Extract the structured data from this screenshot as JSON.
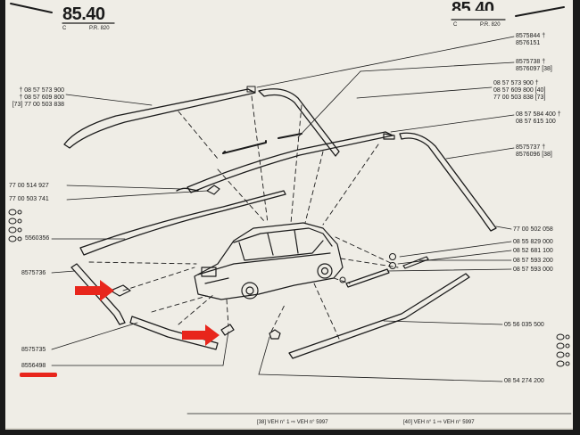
{
  "header": {
    "page_number_left": "85.40",
    "page_number_right_partial": "85.40",
    "code_left_c": "C",
    "code_left_pr": "P.R. 820",
    "code_right_c": "C",
    "code_right_pr": "P.R. 820"
  },
  "parts_left": {
    "group_top": [
      "† 08 57 573 900",
      "† 08 57 609 800",
      "[73] 77 00 503 838"
    ],
    "p1": "77 00 514 927",
    "p2": "77 00 503 741",
    "p3": "5560356",
    "p4": "8575736",
    "p5": "8575735",
    "p6": "8556498"
  },
  "parts_right": {
    "r1a": "8575844 †",
    "r1b": "8576151",
    "r2a": "8575738 †",
    "r2b": "8576097 [38]",
    "r3a": "08 57 573 900 †",
    "r3b": "08 57 609 800 [40]",
    "r3c": "77 00 503 838 [73]",
    "r4a": "08 57 584 400 †",
    "r4b": "08 57 615 100",
    "r5a": "8575737 †",
    "r5b": "8576096 [38]",
    "r6": "77 00 502 058",
    "r7": "08 55 829 000",
    "r8": "08 52 681 100",
    "r9": "08 57 593 200",
    "r10": "08 57 593 000",
    "r11": "05 56 035 500",
    "r12": "08 54 274 200"
  },
  "footer": {
    "note1": "[38]  VEH n° 1 ⇨ VEH n° 5997",
    "note2": "[40]  VEH n° 1 ⇨ VEH n° 5997"
  },
  "colors": {
    "arrow": "#e8261c",
    "underline": "#e8261c",
    "ink": "#1b1b1b",
    "paper": "#efede6"
  }
}
